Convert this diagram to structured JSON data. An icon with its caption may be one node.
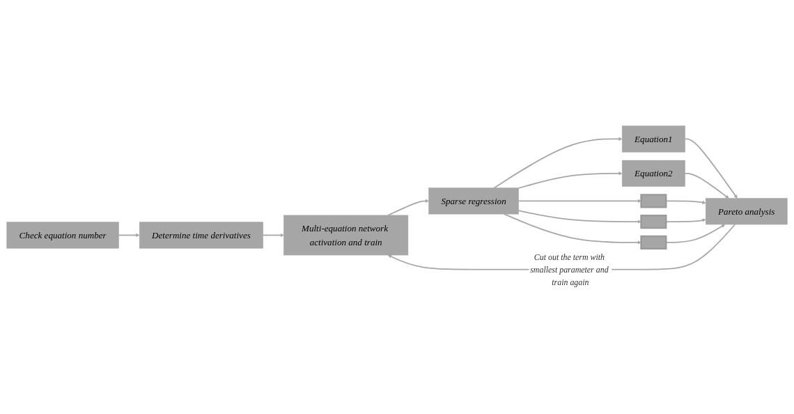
{
  "diagram": {
    "nodes": [
      {
        "text": [
          "Check equation number"
        ]
      },
      {
        "text": [
          "Determine time derivatives"
        ]
      },
      {
        "text": [
          "Multi-equation network activation and train"
        ]
      },
      {
        "text": [
          "Sparse regression"
        ]
      },
      {
        "text": [
          "Equation1"
        ]
      },
      {
        "text": [
          "Equation2"
        ]
      },
      {
        "text": [],
        "shape": "bar"
      },
      {
        "text": [],
        "shape": "bar"
      },
      {
        "text": [],
        "shape": "bar"
      },
      {
        "text": [
          "Pareto analysis"
        ]
      }
    ],
    "edges": [
      {
        "from": 0,
        "to": 1,
        "arrow": "to"
      },
      {
        "from": 1,
        "to": 2,
        "arrow": "to"
      },
      {
        "from": 2,
        "to": 3,
        "arrow": "to"
      },
      {
        "from": 3,
        "to": 4,
        "arrow": "to"
      },
      {
        "from": 3,
        "to": 5,
        "arrow": "to"
      },
      {
        "from": 3,
        "to": 6,
        "arrow": "to"
      },
      {
        "from": 3,
        "to": 7,
        "arrow": "to"
      },
      {
        "from": 3,
        "to": 8,
        "arrow": "to"
      },
      {
        "from": 4,
        "to": 9,
        "arrow": "to"
      },
      {
        "from": 5,
        "to": 9,
        "arrow": "to"
      },
      {
        "from": 6,
        "to": 9,
        "arrow": "to"
      },
      {
        "from": 7,
        "to": 9,
        "arrow": "to"
      },
      {
        "from": 8,
        "to": 9,
        "arrow": "to"
      },
      {
        "from": 9,
        "to": 2,
        "label": "Cut out the term with smallest parameter and train again",
        "arrow": "to"
      }
    ]
  }
}
